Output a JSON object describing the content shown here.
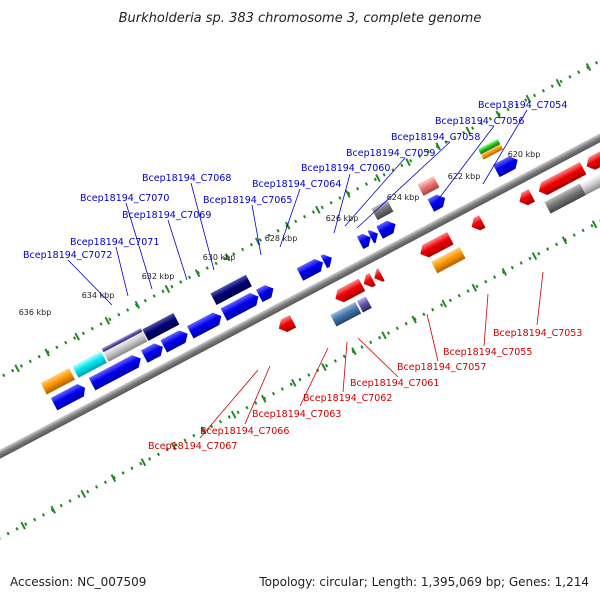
{
  "title": "Burkholderia sp. 383 chromosome 3, complete genome",
  "footer": {
    "accession": "Accession: NC_007509",
    "summary": "Topology: circular; Length: 1,395,069 bp; Genes: 1,214"
  },
  "colors": {
    "upper_labels": "#0000cc",
    "lower_labels": "#cc0000",
    "tick_marks": "#228822",
    "backbone": "#808080"
  },
  "ruler_labels": [
    "620 kbp",
    "622 kbp",
    "624 kbp",
    "626 kbp",
    "628 kbp",
    "630 kbp",
    "632 kbp",
    "634 kbp",
    "636 kbp"
  ],
  "upper_genes": [
    "Bcep18194_C7054",
    "Bcep18194_C7056",
    "Bcep18194_C7058",
    "Bcep18194_C7059",
    "Bcep18194_C7060",
    "Bcep18194_C7064",
    "Bcep18194_C7065",
    "Bcep18194_C7068",
    "Bcep18194_C7069",
    "Bcep18194_C7070",
    "Bcep18194_C7071",
    "Bcep18194_C7072"
  ],
  "lower_genes": [
    "Bcep18194_C7053",
    "Bcep18194_C7055",
    "Bcep18194_C7057",
    "Bcep18194_C7061",
    "Bcep18194_C7062",
    "Bcep18194_C7063",
    "Bcep18194_C7066",
    "Bcep18194_C7067"
  ]
}
